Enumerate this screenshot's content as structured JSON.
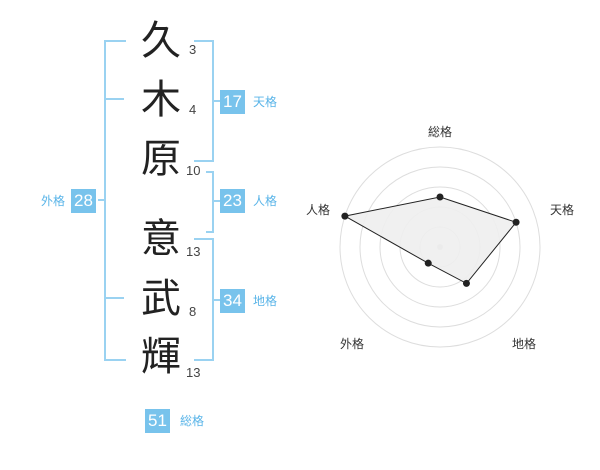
{
  "name": {
    "chars": [
      {
        "char": "久",
        "strokes": "3"
      },
      {
        "char": "木",
        "strokes": "4"
      },
      {
        "char": "原",
        "strokes": "10"
      },
      {
        "char": "意",
        "strokes": "13"
      },
      {
        "char": "武",
        "strokes": "8"
      },
      {
        "char": "輝",
        "strokes": "13"
      }
    ]
  },
  "fortunes": {
    "tenkaku": {
      "value": "17",
      "label": "天格"
    },
    "jinkaku": {
      "value": "23",
      "label": "人格"
    },
    "chikaku": {
      "value": "34",
      "label": "地格"
    },
    "gaikaku": {
      "value": "28",
      "label": "外格"
    },
    "soukaku": {
      "value": "51",
      "label": "総格"
    }
  },
  "radar": {
    "axes": [
      "総格",
      "天格",
      "地格",
      "外格",
      "人格"
    ],
    "values": [
      0.5,
      0.8,
      0.45,
      0.2,
      1.0
    ],
    "rings": 5,
    "fill_color": "#eeeeee",
    "line_color": "#222222",
    "ring_color": "#dddddd"
  }
}
